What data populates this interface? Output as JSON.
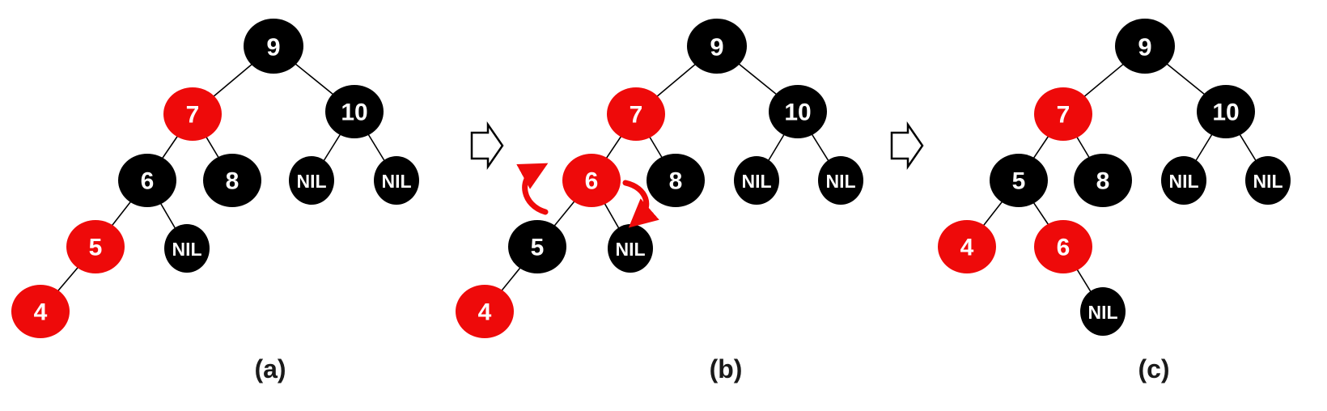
{
  "colors": {
    "red": "#ee0a0a",
    "black": "#000000",
    "label": "#ffffff",
    "edge": "#000000"
  },
  "panels": [
    {
      "caption": "(a)",
      "nodes": [
        {
          "id": "a9",
          "label": "9",
          "color": "black"
        },
        {
          "id": "a7",
          "label": "7",
          "color": "red"
        },
        {
          "id": "a10",
          "label": "10",
          "color": "black"
        },
        {
          "id": "a6",
          "label": "6",
          "color": "black"
        },
        {
          "id": "a8",
          "label": "8",
          "color": "black"
        },
        {
          "id": "aN1",
          "label": "NIL",
          "color": "black"
        },
        {
          "id": "aN2",
          "label": "NIL",
          "color": "black"
        },
        {
          "id": "a5",
          "label": "5",
          "color": "red"
        },
        {
          "id": "aN3",
          "label": "NIL",
          "color": "black"
        },
        {
          "id": "a4",
          "label": "4",
          "color": "red"
        }
      ],
      "edges": [
        [
          "a9",
          "a7"
        ],
        [
          "a9",
          "a10"
        ],
        [
          "a7",
          "a6"
        ],
        [
          "a7",
          "a8"
        ],
        [
          "a10",
          "aN1"
        ],
        [
          "a10",
          "aN2"
        ],
        [
          "a6",
          "a5"
        ],
        [
          "a6",
          "aN3"
        ],
        [
          "a5",
          "a4"
        ]
      ]
    },
    {
      "caption": "(b)",
      "nodes": [
        {
          "id": "b9",
          "label": "9",
          "color": "black"
        },
        {
          "id": "b7",
          "label": "7",
          "color": "red"
        },
        {
          "id": "b10",
          "label": "10",
          "color": "black"
        },
        {
          "id": "b6",
          "label": "6",
          "color": "red"
        },
        {
          "id": "b8",
          "label": "8",
          "color": "black"
        },
        {
          "id": "bN1",
          "label": "NIL",
          "color": "black"
        },
        {
          "id": "bN2",
          "label": "NIL",
          "color": "black"
        },
        {
          "id": "b5",
          "label": "5",
          "color": "black"
        },
        {
          "id": "bN3",
          "label": "NIL",
          "color": "black"
        },
        {
          "id": "b4",
          "label": "4",
          "color": "red"
        }
      ],
      "edges": [
        [
          "b9",
          "b7"
        ],
        [
          "b9",
          "b10"
        ],
        [
          "b7",
          "b6"
        ],
        [
          "b7",
          "b8"
        ],
        [
          "b10",
          "bN1"
        ],
        [
          "b10",
          "bN2"
        ],
        [
          "b6",
          "b5"
        ],
        [
          "b6",
          "bN3"
        ],
        [
          "b5",
          "b4"
        ]
      ]
    },
    {
      "caption": "(c)",
      "nodes": [
        {
          "id": "c9",
          "label": "9",
          "color": "black"
        },
        {
          "id": "c7",
          "label": "7",
          "color": "red"
        },
        {
          "id": "c10",
          "label": "10",
          "color": "black"
        },
        {
          "id": "c5",
          "label": "5",
          "color": "black"
        },
        {
          "id": "c8",
          "label": "8",
          "color": "black"
        },
        {
          "id": "cN1",
          "label": "NIL",
          "color": "black"
        },
        {
          "id": "cN2",
          "label": "NIL",
          "color": "black"
        },
        {
          "id": "c4",
          "label": "4",
          "color": "red"
        },
        {
          "id": "c6",
          "label": "6",
          "color": "red"
        },
        {
          "id": "cN3",
          "label": "NIL",
          "color": "black"
        }
      ],
      "edges": [
        [
          "c9",
          "c7"
        ],
        [
          "c9",
          "c10"
        ],
        [
          "c7",
          "c5"
        ],
        [
          "c7",
          "c8"
        ],
        [
          "c10",
          "cN1"
        ],
        [
          "c10",
          "cN2"
        ],
        [
          "c5",
          "c4"
        ],
        [
          "c5",
          "c6"
        ],
        [
          "c6",
          "cN3"
        ]
      ]
    }
  ],
  "arrows": [
    {
      "icon": "right-arrow-outline-icon"
    },
    {
      "icon": "right-arrow-outline-icon"
    }
  ],
  "rotation_icons": [
    {
      "icon": "rotate-left-arrow-icon"
    },
    {
      "icon": "rotate-right-arrow-icon"
    }
  ]
}
